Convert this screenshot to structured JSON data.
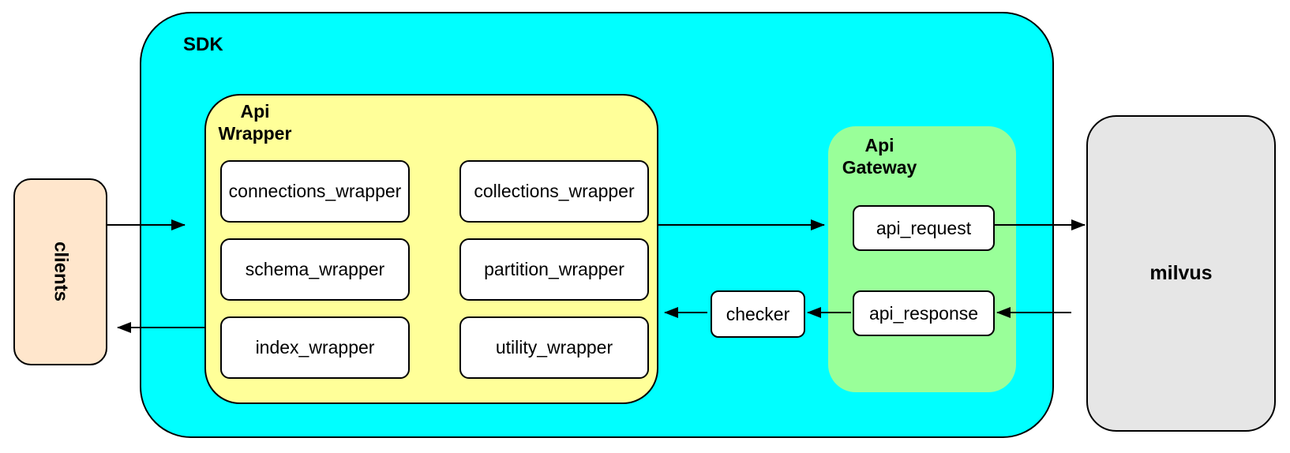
{
  "diagram": {
    "type": "flow-diagram",
    "nodes": {
      "clients": {
        "label": "clients",
        "fill": "#FFE6CC"
      },
      "sdk": {
        "label": "SDK",
        "fill": "#00FFFF"
      },
      "api_wrapper": {
        "label_lines": [
          "Api",
          "Wrapper"
        ],
        "fill": "#FFFF99"
      },
      "wrappers": [
        {
          "label": "connections_wrapper"
        },
        {
          "label": "collections_wrapper"
        },
        {
          "label": "schema_wrapper"
        },
        {
          "label": "partition_wrapper"
        },
        {
          "label": "index_wrapper"
        },
        {
          "label": "utility_wrapper"
        }
      ],
      "checker": {
        "label": "checker",
        "fill": "#FFFFFF"
      },
      "api_gateway": {
        "label_lines": [
          "Api",
          "Gateway"
        ],
        "fill": "#99FF99",
        "boxes": [
          {
            "label": "api_request"
          },
          {
            "label": "api_response"
          }
        ]
      },
      "milvus": {
        "label": "milvus",
        "fill": "#E6E6E6"
      }
    },
    "edges": [
      {
        "from": "clients",
        "to": "sdk"
      },
      {
        "from": "api_wrapper",
        "to": "api_gateway"
      },
      {
        "from": "api_request",
        "to": "milvus"
      },
      {
        "from": "milvus",
        "to": "api_response"
      },
      {
        "from": "api_response",
        "to": "checker"
      },
      {
        "from": "checker",
        "to": "api_wrapper"
      },
      {
        "from": "api_wrapper",
        "to": "clients"
      }
    ]
  }
}
